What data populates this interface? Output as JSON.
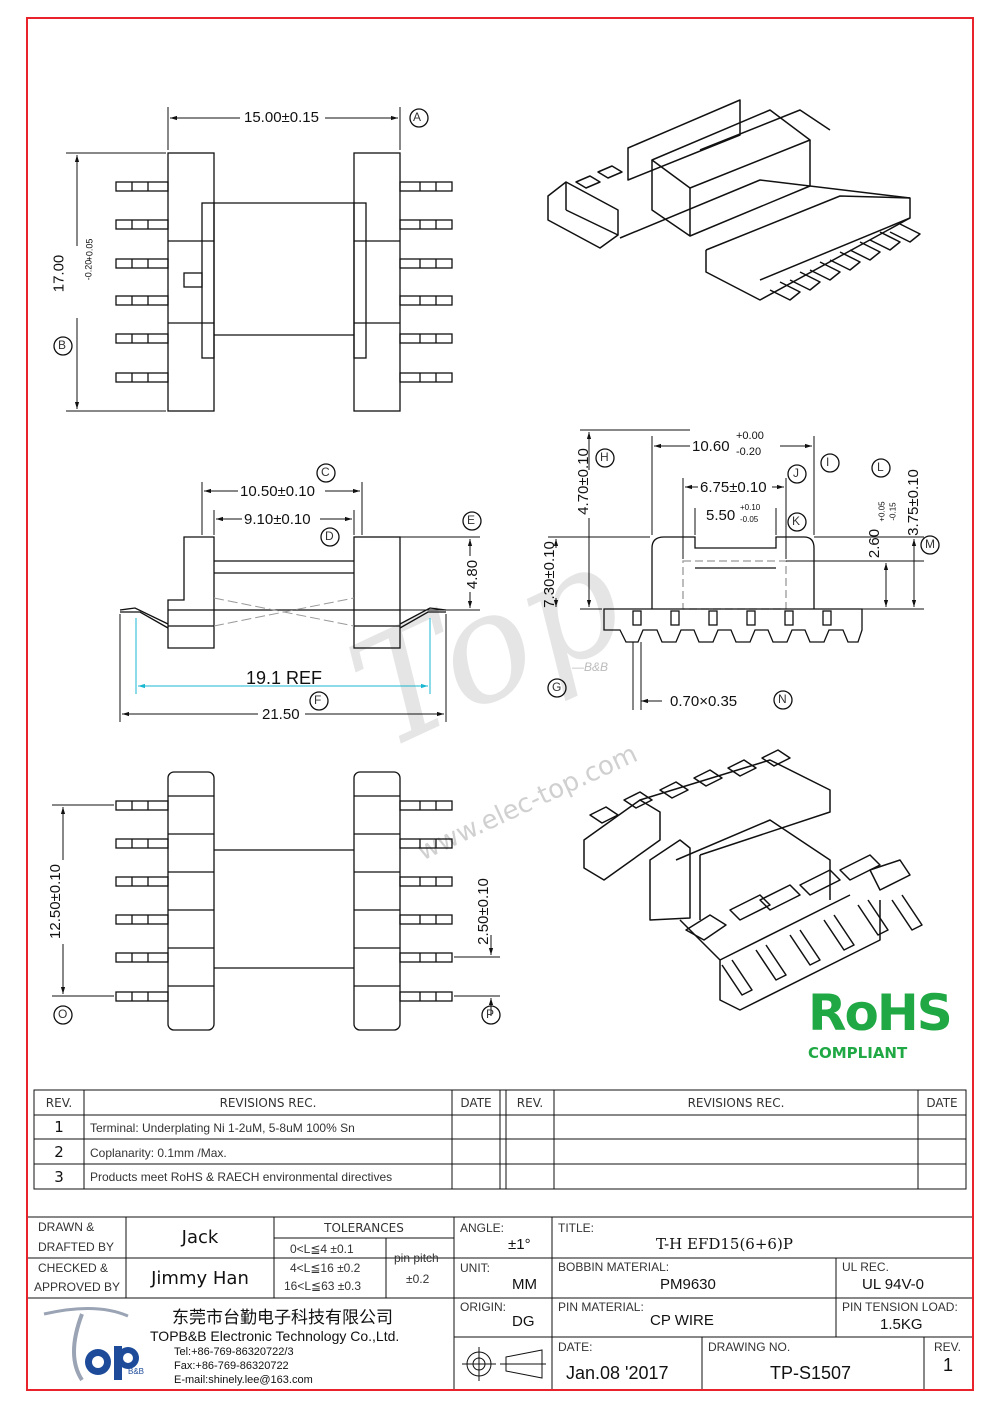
{
  "dims": {
    "d15": "15.00±0.15",
    "d17": "17.00",
    "d17_tol_plus": "+0.05",
    "d17_tol_minus": "-0.20",
    "d1050": "10.50±0.10",
    "d910": "9.10±0.10",
    "d480": "4.80",
    "d191": "19.1 REF",
    "d2150": "21.50",
    "d1060": "10.60",
    "d1060_tol_plus": "+0.00",
    "d1060_tol_minus": "-0.20",
    "d675": "6.75±0.10",
    "d550": "5.50",
    "d550_tol_plus": "+0.10",
    "d550_tol_minus": "-0.05",
    "d470": "4.70±0.10",
    "d730": "7.30±0.10",
    "d260": "2.60",
    "d260_tol_plus": "+0.05",
    "d260_tol_minus": "-0.15",
    "d375": "3.75±0.10",
    "d070": "0.70×0.35",
    "d1250": "12.50±0.10",
    "d250": "2.50±0.10"
  },
  "markers": [
    "A",
    "B",
    "C",
    "D",
    "E",
    "F",
    "G",
    "H",
    "I",
    "J",
    "K",
    "L",
    "M",
    "N",
    "O",
    "P"
  ],
  "watermark": {
    "logo": "Top",
    "suffix": "—B&B",
    "url": "www.elec-top.com"
  },
  "badge": {
    "word": "RoHS",
    "sub": "COMPLIANT",
    "color": "#1fa844"
  },
  "revisions": {
    "headers": {
      "rev": "REV.",
      "rec": "REVISIONS    REC.",
      "date": "DATE"
    },
    "rows": [
      {
        "rev": "1",
        "text": "Terminal: Underplating Ni 1-2uM, 5-8uM 100% Sn"
      },
      {
        "rev": "2",
        "text": "Coplanarity: 0.1mm /Max."
      },
      {
        "rev": "3",
        "text": "Products meet RoHS & RAECH environmental directives"
      }
    ]
  },
  "titleblock": {
    "drawn_label_1": "DRAWN &",
    "drawn_label_2": "DRAFTED BY",
    "drawn_value": "Jack",
    "checked_label_1": "CHECKED &",
    "checked_label_2": "APPROVED BY",
    "checked_value": "Jimmy Han",
    "tolerances_label": "TOLERANCES",
    "tol_rows": [
      "0<L≦4    ±0.1",
      "4<L≦16  ±0.2",
      "16<L≦63  ±0.3"
    ],
    "pin_pitch_label": "pin pitch",
    "pin_pitch_value": "±0.2",
    "angle_label": "ANGLE:",
    "angle_value": "±1°",
    "unit_label": "UNIT:",
    "unit_value": "MM",
    "origin_label": "ORIGIN:",
    "origin_value": "DG",
    "title_label": "TITLE:",
    "title_value": "T-H EFD15(6+6)P",
    "bobbin_label": "BOBBIN MATERIAL:",
    "bobbin_value": "PM9630",
    "ul_label": "UL REC.",
    "ul_value": "UL 94V-0",
    "pin_mat_label": "PIN MATERIAL:",
    "pin_mat_value": "CP WIRE",
    "tension_label": "PIN TENSION LOAD:",
    "tension_value": "1.5KG",
    "date_label": "DATE:",
    "date_value": "Jan.08 '2017",
    "drawing_no_label": "DRAWING NO.",
    "drawing_no_value": "TP-S1507",
    "rev_label": "REV.",
    "rev_value": "1",
    "company_cn": "东莞市台勤电子科技有限公司",
    "company_en": "TOPB&B Electronic Technology Co.,Ltd.",
    "tel": "Tel:+86-769-86320722/3",
    "fax": "Fax:+86-769-86320722",
    "email": "E-mail:shinely.lee@163.com",
    "logo_text": "Top",
    "logo_sub": "B&B"
  }
}
